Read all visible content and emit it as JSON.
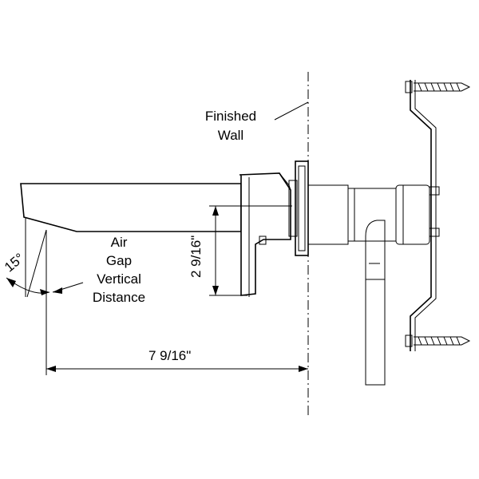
{
  "labels": {
    "finished_wall_line1": "Finished",
    "finished_wall_line2": "Wall",
    "air_gap_line1": "Air",
    "air_gap_line2": "Gap",
    "air_gap_line3": "Vertical",
    "air_gap_line4": "Distance",
    "angle": "15°",
    "horizontal_dim": "7 9/16\"",
    "vertical_dim": "2 9/16\""
  }
}
